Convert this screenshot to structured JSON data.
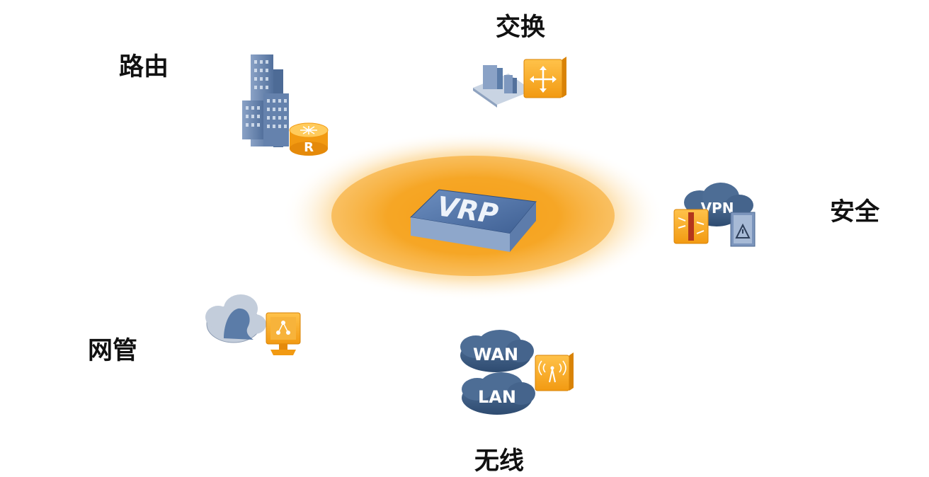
{
  "center": {
    "label": "VRP"
  },
  "features": {
    "exchange": {
      "label": "交换"
    },
    "routing": {
      "label": "路由"
    },
    "security": {
      "label": "安全",
      "cloud_text": "VPN"
    },
    "netmgmt": {
      "label": "网管"
    },
    "wireless": {
      "label": "无线",
      "cloud_top_text": "WAN",
      "cloud_bottom_text": "LAN"
    }
  },
  "router_icon_letter": "R",
  "colors": {
    "glow": "#f7a21d",
    "device_orange": "#f5a623",
    "steel_blue": "#5b7ca8",
    "cloud_blue": "#3f5f86",
    "cloud_grey": "#b9c4d3"
  }
}
